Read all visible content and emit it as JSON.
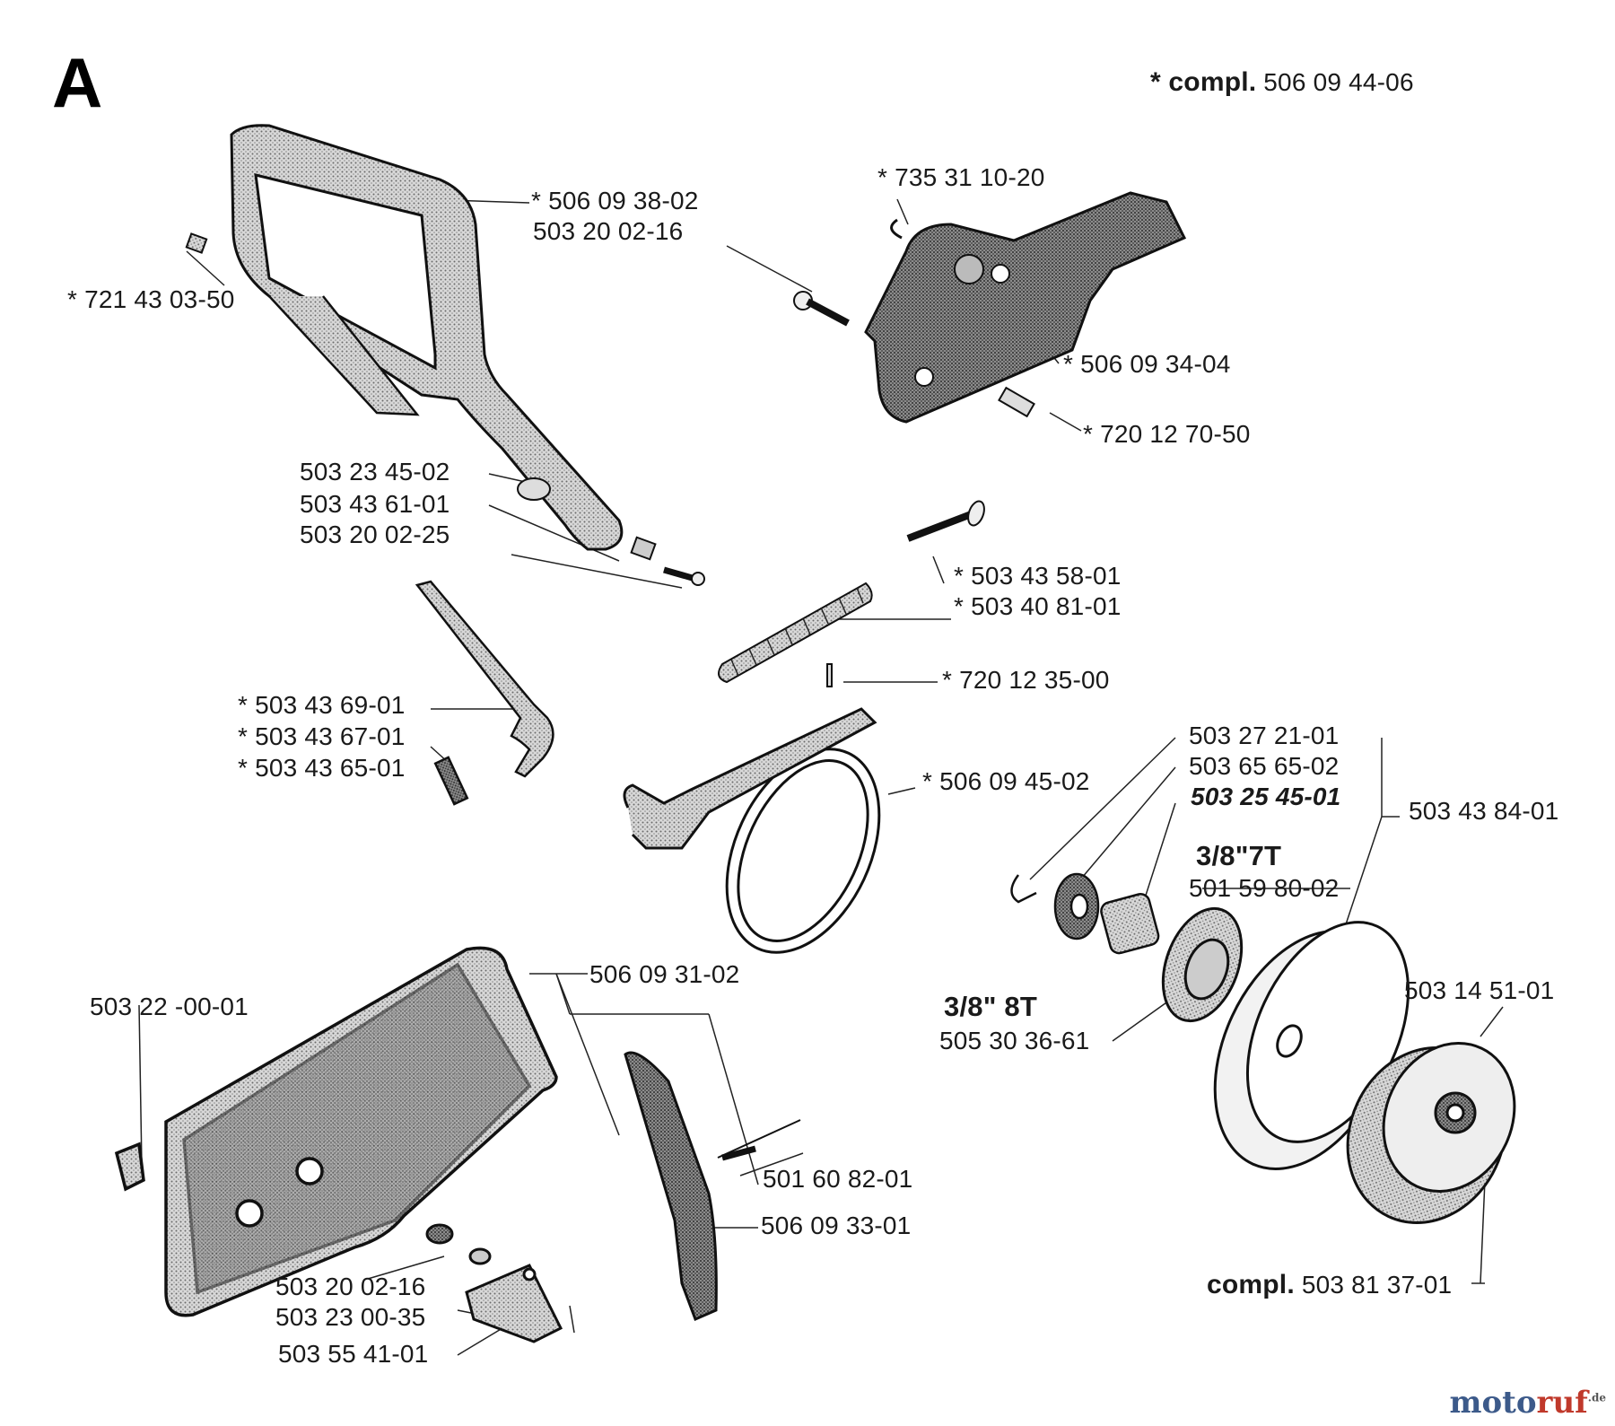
{
  "section_letter": "A",
  "assembly": {
    "compl_prefix": "* compl.",
    "number": "506 09 44-06"
  },
  "labels": {
    "handle_guard": [
      "* 506 09 38-02",
      "503 20 02-16"
    ],
    "pin_small": "* 721 43 03-50",
    "clip": "* 735 31 10-20",
    "brake_housing": "* 506 09 34-04",
    "sleeve": "* 720 12 70-50",
    "washer_group": [
      "503 23 45-02",
      "503 43 61-01",
      "503 20 02-25"
    ],
    "pin_spring": [
      "* 503 43 58-01",
      "* 503 40 81-01"
    ],
    "roll_pin": "* 720 12 35-00",
    "lever_group": [
      "* 503 43 69-01",
      "* 503 43 67-01",
      "* 503 43 65-01"
    ],
    "brake_band": "* 506 09 45-02",
    "clutch_small": [
      "503 27 21-01",
      "503 65 65-02"
    ],
    "needle_bearing": "503 25 45-01",
    "sprocket_7t_title": "3/8\"7T",
    "sprocket_7t": "501 59 80-02",
    "drum": "503 43 84-01",
    "sprocket_8t_title": "3/8\" 8T",
    "sprocket_8t": "505 30 36-61",
    "clutch_shoe": "503 14 51-01",
    "clutch_compl_prefix": "compl.",
    "clutch_compl": "503 81 37-01",
    "cover": "506 09 31-02",
    "cover_nut": "503  22 -00-01",
    "rivet": "501 60 82-01",
    "chain_guide_plate": "506 09 33-01",
    "bottom_group": [
      "503  20 02-16",
      "503 23 00-35",
      "503 55 41-01"
    ]
  },
  "watermark": {
    "a": "moto",
    "b": "ruf",
    "c": ".de"
  }
}
